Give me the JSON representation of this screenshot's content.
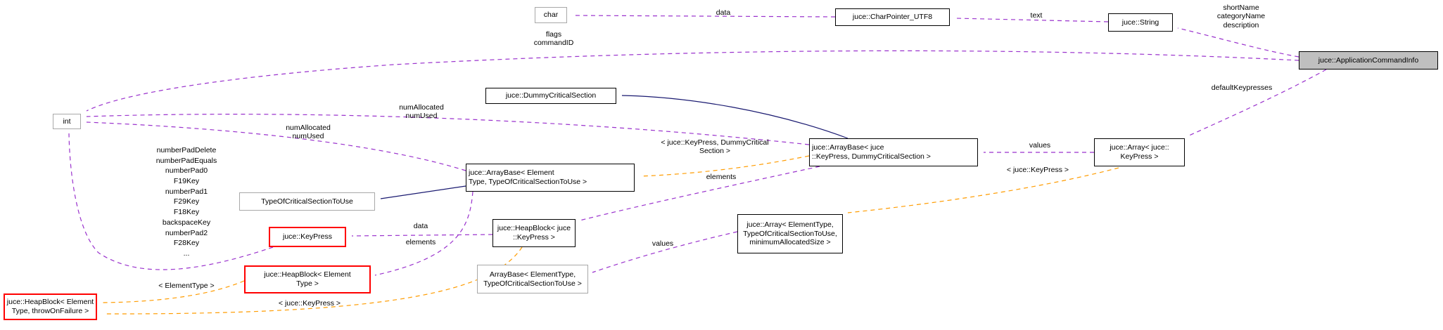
{
  "colors": {
    "usage_edge": "#9a32cd",
    "inheritance_edge": "#191970",
    "template_edge": "#ff9c00",
    "current_node_fill": "#bfbfbf",
    "truncated_node_border": "#ff0000",
    "node_border": "#000000",
    "undocumented_node_border": "#a8a8a8"
  },
  "nodes": {
    "char": {
      "label": "char"
    },
    "char_pointer_utf8": {
      "label": "juce::CharPointer_UTF8"
    },
    "string": {
      "label": "juce::String"
    },
    "application_command_info": {
      "label": "juce::ApplicationCommandInfo"
    },
    "dummy_critical_section": {
      "label": "juce::DummyCriticalSection"
    },
    "arraybase_keypress": {
      "label": "juce::ArrayBase< juce\n::KeyPress, DummyCriticalSection >"
    },
    "array_keypress": {
      "label": "juce::Array< juce::\nKeyPress >"
    },
    "int": {
      "label": "int"
    },
    "arraybase_elementtype": {
      "label": "juce::ArrayBase< Element\nType, TypeOfCriticalSectionToUse >"
    },
    "type_of_critical_section": {
      "label": "TypeOfCriticalSectionToUse"
    },
    "keypress": {
      "label": "juce::KeyPress"
    },
    "heapblock_keypress": {
      "label": "juce::HeapBlock< juce\n::KeyPress >"
    },
    "array_elementtype": {
      "label": "juce::Array< ElementType,\nTypeOfCriticalSectionToUse,\nminimumAllocatedSize >"
    },
    "arraybase_elementtype_plain": {
      "label": "ArrayBase< ElementType,\nTypeOfCriticalSectionToUse >"
    },
    "heapblock_elementtype": {
      "label": "juce::HeapBlock< Element\nType >"
    },
    "heapblock_throw_on_failure": {
      "label": "juce::HeapBlock< Element\nType, throwOnFailure >"
    }
  },
  "edge_labels": {
    "data_top": "data",
    "text": "text",
    "string_members": "shortName\ncategoryName\ndescription",
    "flags_command_id": "flags\ncommandID",
    "default_keypresses": "defaultKeypresses",
    "num_allocated_a": "numAllocated\nnumUsed",
    "num_allocated_b": "numAllocated\nnumUsed",
    "keypress_dummy_args": "< juce::KeyPress, DummyCritical\nSection >",
    "elements_a": "elements",
    "values_a": "values",
    "keypress_args_a": "< juce::KeyPress >",
    "key_constants": "numberPadDelete\nnumberPadEquals\nnumberPad0\nF19Key\nnumberPad1\nF29Key\nF18Key\nbackspaceKey\nnumberPad2\nF28Key\n...",
    "element_type_args": "< ElementType >",
    "keypress_args_b": "< juce::KeyPress >",
    "data_b": "data",
    "elements_b": "elements",
    "values_b": "values"
  }
}
